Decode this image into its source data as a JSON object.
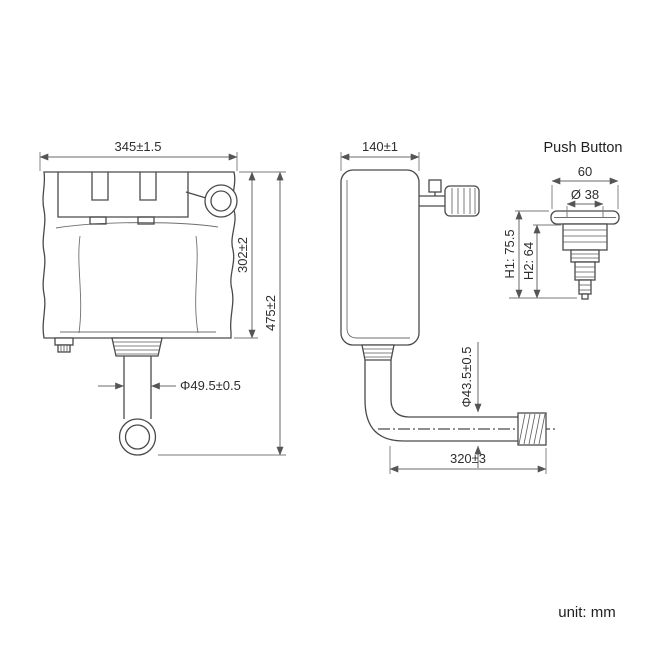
{
  "page": {
    "background": "#ffffff",
    "unit_label": "unit: mm",
    "line_color": "#4a4a4a",
    "dim_color": "#6a6a6a"
  },
  "front_view": {
    "description": "concealed cistern front elevation",
    "dims": {
      "width": "345±1.5",
      "body_height": "302±2",
      "total_height": "475±2",
      "outlet_diameter": "Φ49.5±0.5"
    }
  },
  "side_view": {
    "description": "concealed cistern side elevation with flush pipe",
    "dims": {
      "depth": "140±1",
      "pipe_diameter": "Φ43.5±0.5",
      "pipe_length": "320±3"
    }
  },
  "push_button": {
    "title": "Push Button",
    "dims": {
      "width": "60",
      "button_diameter": "Ø 38",
      "h1": "H1: 75.5",
      "h2": "H2: 64"
    }
  }
}
